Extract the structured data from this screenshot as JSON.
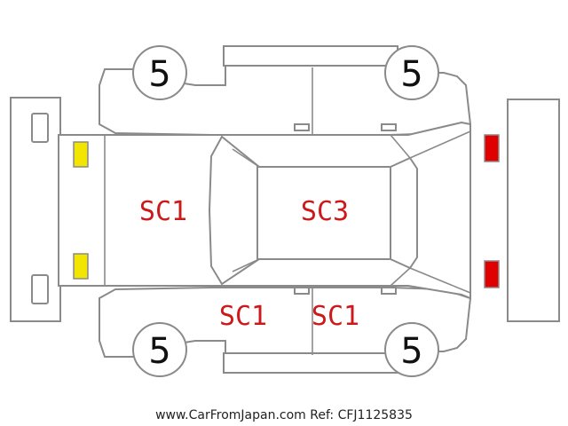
{
  "tires": {
    "front_left": "5",
    "front_right": "5",
    "rear_left": "5",
    "rear_right": "5"
  },
  "damage_codes": {
    "hood": "SC1",
    "roof": "SC3",
    "front_door": "SC1",
    "rear_door": "SC1"
  },
  "lights": {
    "front_color": "#f2e600",
    "rear_color": "#e00000"
  },
  "footer": "www.CarFromJapan.com Ref: CFJ1125835"
}
